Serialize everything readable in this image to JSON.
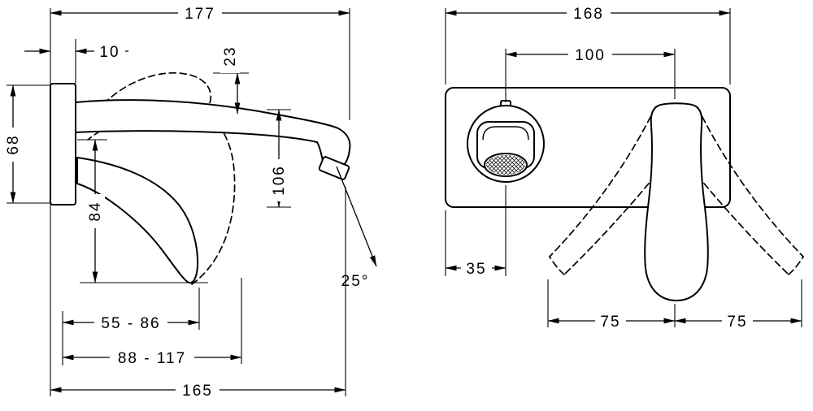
{
  "drawing": {
    "title": "wall-mounted-single-lever-basin-mixer-dimension-drawing",
    "side_view": {
      "dims": {
        "total_depth": "177",
        "plate_thickness": "10",
        "spout_top_offset": "23",
        "plate_height": "68",
        "handle_drop": "84",
        "outlet_height": "106",
        "spout_angle": "25°",
        "reach_min": "55 - 86",
        "reach_mid": "88 - 117",
        "spout_reach": "165"
      }
    },
    "front_view": {
      "dims": {
        "plate_width": "168",
        "center_distance": "100",
        "outlet_offset": "35",
        "handle_swing_left": "75",
        "handle_swing_right": "75"
      }
    }
  }
}
